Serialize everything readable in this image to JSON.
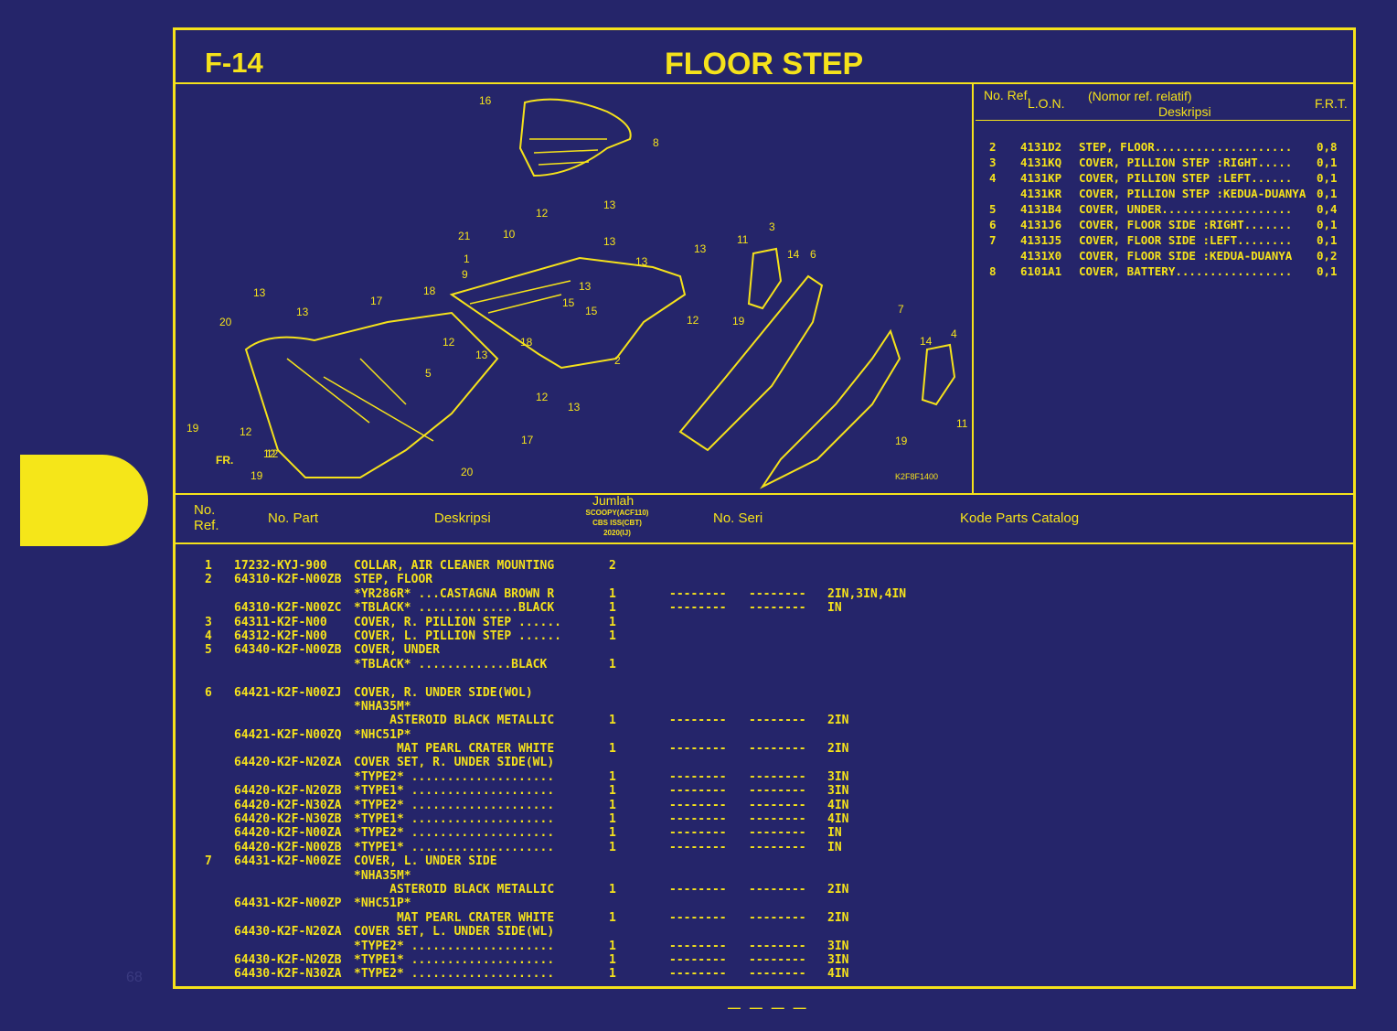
{
  "header": {
    "code": "F-14",
    "title": "FLOOR STEP"
  },
  "diagram": {
    "callouts": [
      "16",
      "8",
      "12",
      "13",
      "21",
      "10",
      "13",
      "1",
      "9",
      "13",
      "3",
      "11",
      "14",
      "6",
      "13",
      "13",
      "15",
      "15",
      "18",
      "13",
      "17",
      "12",
      "19",
      "12",
      "13",
      "20",
      "5",
      "13",
      "18",
      "12",
      "12",
      "13",
      "2",
      "17",
      "7",
      "14",
      "4",
      "19",
      "19",
      "12",
      "12",
      "19",
      "20",
      "11",
      "FR."
    ],
    "ref_code": "K2F8F1400"
  },
  "lon_table": {
    "headers": {
      "no_ref": "No. Ref.",
      "lon": "L.O.N.",
      "nomor": "(Nomor ref. relatif)",
      "deskripsi": "Deskripsi",
      "frt": "F.R.T."
    },
    "rows": [
      {
        "no": "2",
        "lon": "4131D2",
        "desc": "STEP, FLOOR....................",
        "frt": "0,8"
      },
      {
        "no": "3",
        "lon": "4131KQ",
        "desc": "COVER, PILLION STEP :RIGHT.....",
        "frt": "0,1"
      },
      {
        "no": "4",
        "lon": "4131KP",
        "desc": "COVER, PILLION STEP :LEFT......",
        "frt": "0,1"
      },
      {
        "no": "",
        "lon": "4131KR",
        "desc": "COVER, PILLION STEP :KEDUA-DUANYA",
        "frt": "0,1"
      },
      {
        "no": "5",
        "lon": "4131B4",
        "desc": "COVER, UNDER...................",
        "frt": "0,4"
      },
      {
        "no": "6",
        "lon": "4131J6",
        "desc": "COVER, FLOOR SIDE :RIGHT.......",
        "frt": "0,1"
      },
      {
        "no": "7",
        "lon": "4131J5",
        "desc": "COVER, FLOOR SIDE :LEFT........",
        "frt": "0,1"
      },
      {
        "no": "",
        "lon": "4131X0",
        "desc": "COVER, FLOOR SIDE :KEDUA-DUANYA",
        "frt": "0,2"
      },
      {
        "no": "8",
        "lon": "6101A1",
        "desc": "COVER, BATTERY.................",
        "frt": "0,1"
      }
    ]
  },
  "parts_table": {
    "headers": {
      "no_ref": "No. Ref.",
      "no_part": "No. Part",
      "deskripsi": "Deskripsi",
      "jumlah": "Jumlah",
      "model_line1": "SCOOPY(ACF110)",
      "model_line2": "CBS ISS(CBT)",
      "model_line3": "2020(IJ)",
      "no_seri": "No. Seri",
      "kode": "Kode Parts Catalog"
    },
    "rows": [
      {
        "ref": "1",
        "part": "17232-KYJ-900",
        "desc": "COLLAR, AIR CLEANER MOUNTING",
        "qty": "2",
        "s1": "",
        "s2": "",
        "kode": ""
      },
      {
        "ref": "2",
        "part": "64310-K2F-N00ZB",
        "desc": "STEP, FLOOR",
        "qty": "",
        "s1": "",
        "s2": "",
        "kode": ""
      },
      {
        "ref": "",
        "part": "",
        "desc": "*YR286R* ...CASTAGNA BROWN R",
        "qty": "1",
        "s1": "--------",
        "s2": "--------",
        "kode": "2IN,3IN,4IN"
      },
      {
        "ref": "",
        "part": "64310-K2F-N00ZC",
        "desc": "*TBLACK* ..............BLACK",
        "qty": "1",
        "s1": "--------",
        "s2": "--------",
        "kode": "IN"
      },
      {
        "ref": "3",
        "part": "64311-K2F-N00",
        "desc": "COVER, R. PILLION STEP ......",
        "qty": "1",
        "s1": "",
        "s2": "",
        "kode": ""
      },
      {
        "ref": "4",
        "part": "64312-K2F-N00",
        "desc": "COVER, L. PILLION STEP ......",
        "qty": "1",
        "s1": "",
        "s2": "",
        "kode": ""
      },
      {
        "ref": "5",
        "part": "64340-K2F-N00ZB",
        "desc": "COVER, UNDER",
        "qty": "",
        "s1": "",
        "s2": "",
        "kode": ""
      },
      {
        "ref": "",
        "part": "",
        "desc": "*TBLACK* .............BLACK",
        "qty": "1",
        "s1": "",
        "s2": "",
        "kode": ""
      },
      {
        "ref": "",
        "part": "",
        "desc": "",
        "qty": "",
        "s1": "",
        "s2": "",
        "kode": ""
      },
      {
        "ref": "6",
        "part": "64421-K2F-N00ZJ",
        "desc": "COVER, R. UNDER SIDE(WOL)",
        "qty": "",
        "s1": "",
        "s2": "",
        "kode": ""
      },
      {
        "ref": "",
        "part": "",
        "desc": "*NHA35M*",
        "qty": "",
        "s1": "",
        "s2": "",
        "kode": ""
      },
      {
        "ref": "",
        "part": "",
        "desc": "     ASTEROID BLACK METALLIC",
        "qty": "1",
        "s1": "--------",
        "s2": "--------",
        "kode": "2IN"
      },
      {
        "ref": "",
        "part": "64421-K2F-N00ZQ",
        "desc": "*NHC51P*",
        "qty": "",
        "s1": "",
        "s2": "",
        "kode": ""
      },
      {
        "ref": "",
        "part": "",
        "desc": "      MAT PEARL CRATER WHITE",
        "qty": "1",
        "s1": "--------",
        "s2": "--------",
        "kode": "2IN"
      },
      {
        "ref": "",
        "part": "64420-K2F-N20ZA",
        "desc": "COVER SET, R. UNDER SIDE(WL)",
        "qty": "",
        "s1": "",
        "s2": "",
        "kode": ""
      },
      {
        "ref": "",
        "part": "",
        "desc": "*TYPE2* ....................",
        "qty": "1",
        "s1": "--------",
        "s2": "--------",
        "kode": "3IN"
      },
      {
        "ref": "",
        "part": "64420-K2F-N20ZB",
        "desc": "*TYPE1* ....................",
        "qty": "1",
        "s1": "--------",
        "s2": "--------",
        "kode": "3IN"
      },
      {
        "ref": "",
        "part": "64420-K2F-N30ZA",
        "desc": "*TYPE2* ....................",
        "qty": "1",
        "s1": "--------",
        "s2": "--------",
        "kode": "4IN"
      },
      {
        "ref": "",
        "part": "64420-K2F-N30ZB",
        "desc": "*TYPE1* ....................",
        "qty": "1",
        "s1": "--------",
        "s2": "--------",
        "kode": "4IN"
      },
      {
        "ref": "",
        "part": "64420-K2F-N00ZA",
        "desc": "*TYPE2* ....................",
        "qty": "1",
        "s1": "--------",
        "s2": "--------",
        "kode": "IN"
      },
      {
        "ref": "",
        "part": "64420-K2F-N00ZB",
        "desc": "*TYPE1* ....................",
        "qty": "1",
        "s1": "--------",
        "s2": "--------",
        "kode": "IN"
      },
      {
        "ref": "7",
        "part": "64431-K2F-N00ZE",
        "desc": "COVER, L. UNDER SIDE",
        "qty": "",
        "s1": "",
        "s2": "",
        "kode": ""
      },
      {
        "ref": "",
        "part": "",
        "desc": "*NHA35M*",
        "qty": "",
        "s1": "",
        "s2": "",
        "kode": ""
      },
      {
        "ref": "",
        "part": "",
        "desc": "     ASTEROID BLACK METALLIC",
        "qty": "1",
        "s1": "--------",
        "s2": "--------",
        "kode": "2IN"
      },
      {
        "ref": "",
        "part": "64431-K2F-N00ZP",
        "desc": "*NHC51P*",
        "qty": "",
        "s1": "",
        "s2": "",
        "kode": ""
      },
      {
        "ref": "",
        "part": "",
        "desc": "      MAT PEARL CRATER WHITE",
        "qty": "1",
        "s1": "--------",
        "s2": "--------",
        "kode": "2IN"
      },
      {
        "ref": "",
        "part": "64430-K2F-N20ZA",
        "desc": "COVER SET, L. UNDER SIDE(WL)",
        "qty": "",
        "s1": "",
        "s2": "",
        "kode": ""
      },
      {
        "ref": "",
        "part": "",
        "desc": "*TYPE2* ....................",
        "qty": "1",
        "s1": "--------",
        "s2": "--------",
        "kode": "3IN"
      },
      {
        "ref": "",
        "part": "64430-K2F-N20ZB",
        "desc": "*TYPE1* ....................",
        "qty": "1",
        "s1": "--------",
        "s2": "--------",
        "kode": "3IN"
      },
      {
        "ref": "",
        "part": "64430-K2F-N30ZA",
        "desc": "*TYPE2* ....................",
        "qty": "1",
        "s1": "--------",
        "s2": "--------",
        "kode": "4IN"
      }
    ]
  },
  "footer": {
    "page": "68"
  },
  "colors": {
    "background": "#25256a",
    "accent": "#f5e21b"
  }
}
